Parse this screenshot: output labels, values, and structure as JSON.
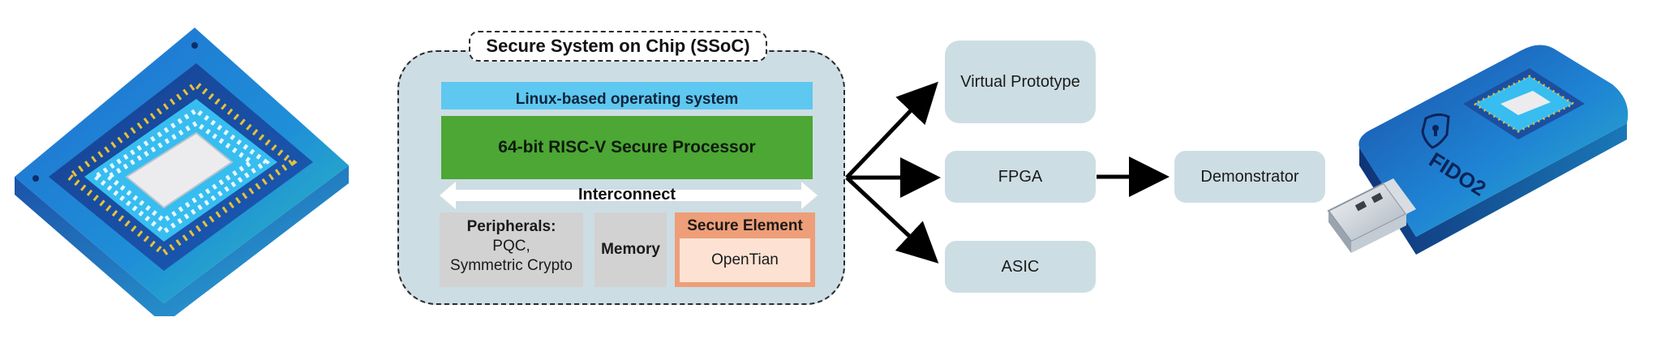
{
  "soc": {
    "title": "Secure System on Chip (SSoC)",
    "os_label": "Linux-based operating system",
    "processor_label": "64-bit RISC-V Secure Processor",
    "interconnect_label": "Interconnect",
    "peripherals": {
      "heading": "Peripherals:",
      "line1": "PQC,",
      "line2": "Symmetric Crypto"
    },
    "memory_label": "Memory",
    "secure_element": {
      "label": "Secure Element",
      "inner_label": "OpenTian"
    }
  },
  "targets": {
    "virtual_prototype": "Virtual Prototype",
    "fpga": "FPGA",
    "asic": "ASIC",
    "demonstrator": "Demonstrator"
  },
  "usb_key": {
    "label": "FIDO2"
  },
  "colors": {
    "soc_background": "#cddde4",
    "os_layer": "#5ec8f0",
    "processor": "#4ca735",
    "peripheral_gray": "#d2d2d2",
    "secure_element": "#ee9e78",
    "opentian": "#fde2d3",
    "chip_blue": "#1e72c8",
    "chip_cyan": "#2ab8e8"
  },
  "icons": {
    "chip_illustration": "cpu-chip-icon",
    "usb_illustration": "usb-security-key-icon",
    "shield": "shield-lock-icon"
  }
}
